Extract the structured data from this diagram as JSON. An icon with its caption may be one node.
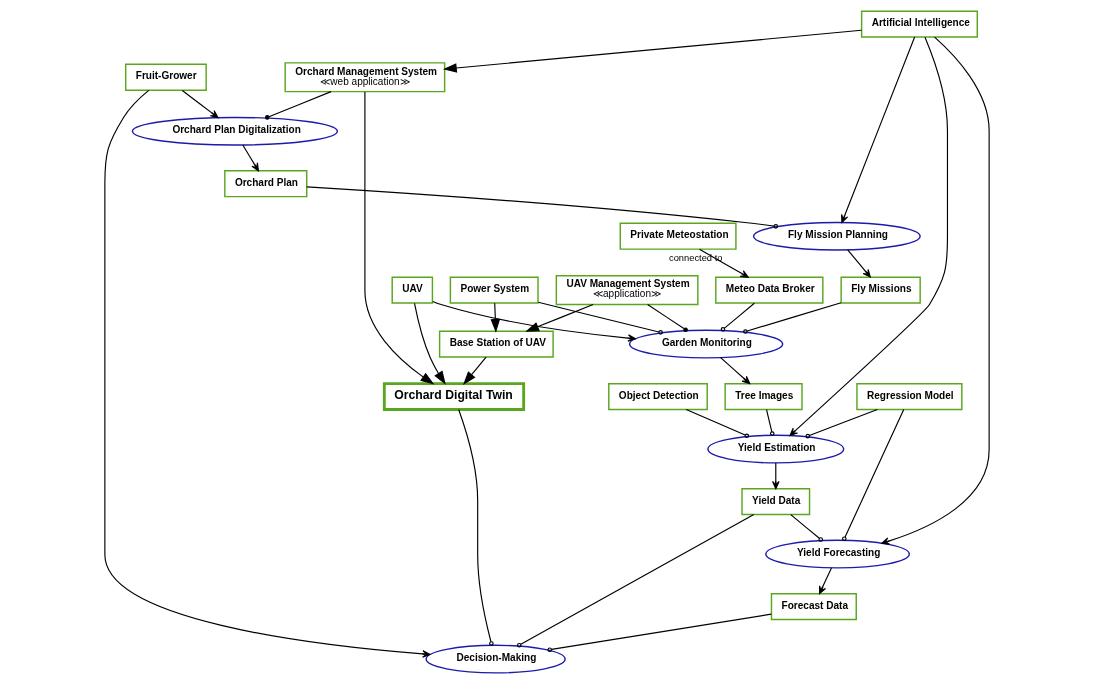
{
  "diagram": {
    "nodes": [
      {
        "text": [
          "Decision-Making"
        ]
      },
      {
        "text": [
          "Fruit-Grower"
        ]
      },
      {
        "text": [
          "Orchard Digital Twin"
        ]
      },
      {
        "text": [
          "Orchard Plan Digitalization"
        ]
      },
      {
        "text": [
          "Forecast Data"
        ]
      },
      {
        "text": [
          "Orchard Management System",
          "≪web application≫"
        ]
      },
      {
        "text": [
          "Yield Data"
        ]
      },
      {
        "text": [
          "Yield Forecasting"
        ]
      },
      {
        "text": [
          "Regression Model"
        ]
      },
      {
        "text": [
          "Artificial Intelligence"
        ]
      },
      {
        "text": [
          "Yield Estimation"
        ]
      },
      {
        "text": [
          "Base Station of UAV"
        ]
      },
      {
        "text": [
          "Orchard Plan"
        ]
      },
      {
        "text": [
          "Fly Mission Planning"
        ]
      },
      {
        "text": [
          "Tree Images"
        ]
      },
      {
        "text": [
          "Object Detection"
        ]
      },
      {
        "text": [
          "Power System"
        ]
      },
      {
        "text": [
          "Fly Missions"
        ]
      },
      {
        "text": [
          "Private Meteostation"
        ]
      },
      {
        "text": [
          "UAV Management System",
          "≪application≫"
        ]
      },
      {
        "text": [
          "Garden Monitoring"
        ]
      },
      {
        "text": [
          "UAV"
        ]
      },
      {
        "text": [
          "Meteo Data Broker"
        ]
      }
    ],
    "edges": [
      {
        "from": 5,
        "to": 2,
        "arrow": "to"
      },
      {
        "from": 11,
        "to": 2,
        "arrow": "to"
      },
      {
        "from": 21,
        "to": 2,
        "arrow": "to"
      },
      {
        "from": 9,
        "to": 5,
        "arrow": "to"
      },
      {
        "from": 16,
        "to": 11,
        "arrow": "to"
      },
      {
        "from": 19,
        "to": 11,
        "arrow": "to"
      },
      {
        "from": 2,
        "to": 0,
        "arrow": "other"
      },
      {
        "from": 4,
        "to": 0,
        "arrow": "other"
      },
      {
        "from": 6,
        "to": 0,
        "arrow": "other"
      },
      {
        "from": 1,
        "to": 0,
        "arrow": "to"
      },
      {
        "from": 1,
        "to": 3,
        "arrow": "to"
      },
      {
        "from": 5,
        "to": 3,
        "arrow": "other"
      },
      {
        "from": 3,
        "to": 12,
        "arrow": "to"
      },
      {
        "from": 9,
        "to": 7,
        "arrow": "to"
      },
      {
        "from": 9,
        "to": 10,
        "arrow": "to"
      },
      {
        "from": 9,
        "to": 13,
        "arrow": "to"
      },
      {
        "from": 7,
        "to": 4,
        "arrow": "to"
      },
      {
        "from": 6,
        "to": 7,
        "arrow": "other"
      },
      {
        "from": 8,
        "to": 7,
        "arrow": "other"
      },
      {
        "from": 8,
        "to": 10,
        "arrow": "other"
      },
      {
        "from": 10,
        "to": 6,
        "arrow": "to"
      },
      {
        "from": 14,
        "to": 10,
        "arrow": "other"
      },
      {
        "from": 15,
        "to": 10,
        "arrow": "other"
      },
      {
        "from": 12,
        "to": 13,
        "arrow": "other"
      },
      {
        "from": 13,
        "to": 17,
        "arrow": "to"
      },
      {
        "from": 17,
        "to": 20,
        "arrow": "other"
      },
      {
        "from": 16,
        "to": 20,
        "arrow": "other"
      },
      {
        "from": 19,
        "to": 20,
        "arrow": "other"
      },
      {
        "from": 21,
        "to": 20,
        "arrow": "to"
      },
      {
        "from": 20,
        "to": 14,
        "arrow": "to"
      },
      {
        "from": 18,
        "to": 22,
        "arrow": "to",
        "label": "connected to"
      },
      {
        "from": 22,
        "to": 20,
        "arrow": "other"
      }
    ]
  }
}
